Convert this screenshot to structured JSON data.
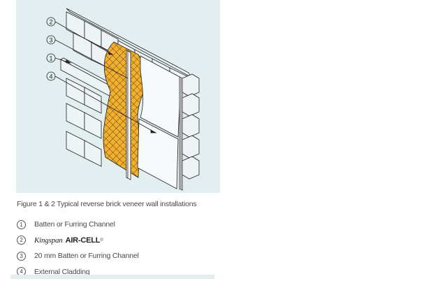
{
  "figure": {
    "callouts": [
      "2",
      "3",
      "1",
      "4"
    ],
    "colors": {
      "panel_bg": "#e3eef0",
      "insulation": "#f3b02e",
      "line": "#222222"
    }
  },
  "caption": "Figure 1 & 2 Typical reverse brick veneer wall installations",
  "legend": [
    {
      "num": "1",
      "text": "Batten or Furring Channel"
    },
    {
      "num": "2",
      "brand": "Kingspan",
      "product": "AIR-CELL",
      "mark": "®"
    },
    {
      "num": "3",
      "text": "20 mm Batten or Furring Channel"
    },
    {
      "num": "4",
      "text": "External Cladding"
    }
  ]
}
